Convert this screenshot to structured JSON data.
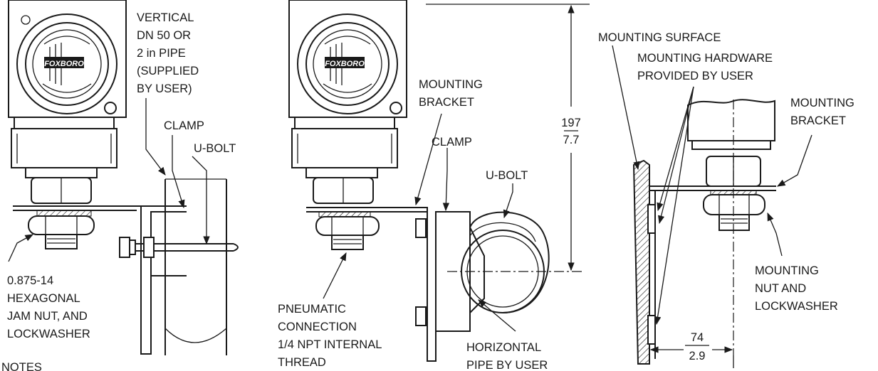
{
  "left_view": {
    "pipe_label": [
      "VERTICAL",
      "DN 50 OR",
      "2 in PIPE",
      "(SUPPLIED",
      "BY USER)"
    ],
    "clamp_label": "CLAMP",
    "ubolt_label": "U-BOLT",
    "nut_label": [
      "0.875-14",
      "HEXAGONAL",
      "JAM NUT, AND",
      "LOCKWASHER"
    ],
    "logo_text": "FOXBORO"
  },
  "middle_view": {
    "bracket_label": [
      "MOUNTING",
      "BRACKET"
    ],
    "clamp_label": "CLAMP",
    "ubolt_label": "U-BOLT",
    "pneumatic_label": [
      "PNEUMATIC",
      "CONNECTION",
      "1/4 NPT INTERNAL",
      "THREAD"
    ],
    "pipe_label": [
      "HORIZONTAL",
      "PIPE BY USER"
    ],
    "dim_mm": "197",
    "dim_in": "7.7",
    "logo_text": "FOXBORO"
  },
  "right_view": {
    "surface_label": "MOUNTING SURFACE",
    "hardware_label": [
      "MOUNTING HARDWARE",
      "PROVIDED BY USER"
    ],
    "bracket_label": [
      "MOUNTING",
      "BRACKET"
    ],
    "nut_label": [
      "MOUNTING",
      "NUT AND",
      "LOCKWASHER"
    ],
    "dim_mm": "74",
    "dim_in": "2.9"
  },
  "notes_label": "NOTES"
}
